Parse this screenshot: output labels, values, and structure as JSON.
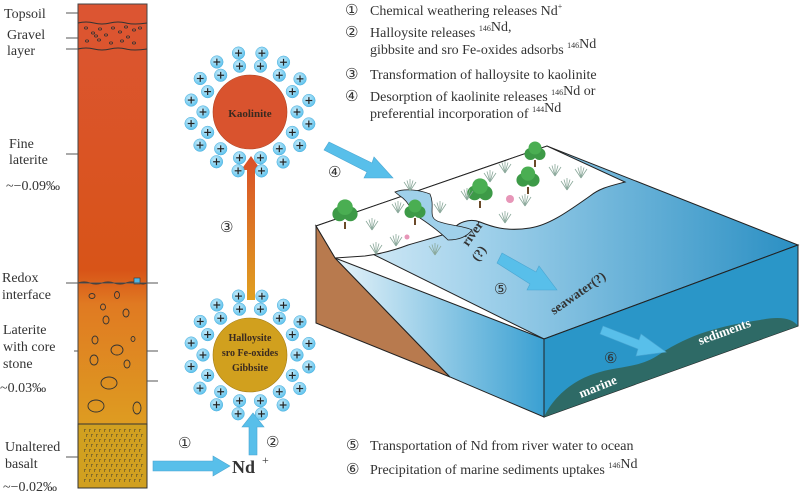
{
  "profile": {
    "layers": [
      {
        "label": [
          "Topsoil"
        ]
      },
      {
        "label": [
          "Gravel",
          "layer"
        ]
      },
      {
        "label": [
          "Fine",
          "laterite"
        ],
        "value": "~−0.09‰"
      },
      {
        "label": [
          "Redox",
          "interface"
        ]
      },
      {
        "label": [
          "Laterite",
          "with core",
          "stone"
        ],
        "value": "~0.03‰"
      },
      {
        "label": [
          "Unaltered",
          "basalt"
        ],
        "value": "~−0.02‰"
      }
    ],
    "colors": {
      "top": "#d9512a",
      "mid": "#e0792a",
      "bottom": "#d8a624",
      "basalt": "#d1a020"
    }
  },
  "minerals": {
    "kaolinite": {
      "label": "Kaolinite",
      "color": "#d9532e"
    },
    "halloysite": {
      "lines": [
        "Halloysite",
        "sro Fe-oxides",
        "Gibbsite"
      ],
      "color": "#d1a01e"
    },
    "ion_symbol": "+",
    "ion_color": "#6ecbf0"
  },
  "ion": {
    "label": "Nd",
    "charge": "+"
  },
  "steps": {
    "s1": "①",
    "s2": "②",
    "s3": "③",
    "s4": "④",
    "s5": "⑤",
    "s6": "⑥"
  },
  "landscape": {
    "river": "river",
    "river_q": "(?)",
    "seawater": "seawater(?)",
    "marine": "marine",
    "sediments": "sediments",
    "sea_color": "#2a96c8",
    "land_color": "#b87a4e",
    "sediment_color": "#2e6a66"
  },
  "legend": [
    {
      "num": "①",
      "lines": [
        [
          {
            "t": "Chemical weathering releases Nd"
          },
          {
            "sup": "+"
          }
        ]
      ]
    },
    {
      "num": "②",
      "lines": [
        [
          {
            "t": "Halloysite releases "
          },
          {
            "sup": "146"
          },
          {
            "t": "Nd,"
          }
        ],
        [
          {
            "t": "gibbsite and sro Fe-oxides adsorbs "
          },
          {
            "sup": "146"
          },
          {
            "t": "Nd"
          }
        ]
      ]
    },
    {
      "num": "③",
      "lines": [
        [
          {
            "t": "Transformation of halloysite to kaolinite"
          }
        ]
      ]
    },
    {
      "num": "④",
      "lines": [
        [
          {
            "t": "Desorption of kaolinite releases "
          },
          {
            "sup": "146"
          },
          {
            "t": "Nd or"
          }
        ],
        [
          {
            "t": "preferential incorporation of "
          },
          {
            "sup": "144"
          },
          {
            "t": "Nd"
          }
        ]
      ]
    },
    {
      "num": "⑤",
      "lines": [
        [
          {
            "t": "Transportation of Nd from river water to ocean"
          }
        ]
      ]
    },
    {
      "num": "⑥",
      "lines": [
        [
          {
            "t": "Precipitation of  marine sediments uptakes "
          },
          {
            "sup": "146"
          },
          {
            "t": "Nd"
          }
        ]
      ]
    }
  ]
}
